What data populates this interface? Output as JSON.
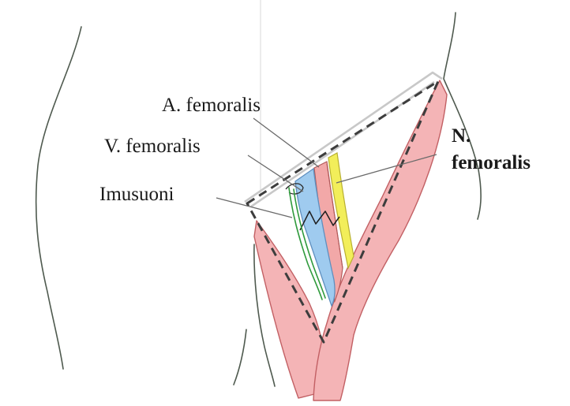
{
  "labels": {
    "artery": "A. femoralis",
    "vein": "V. femoralis",
    "lymph": "Imusuoni",
    "nerve_line1": "N.",
    "nerve_line2": "femoralis"
  },
  "colors": {
    "muscle_fill": "#f4b4b6",
    "muscle_stroke": "#c26064",
    "vein_fill": "#9fcbef",
    "vein_stroke": "#5f8fbf",
    "artery_fill": "#f2a8a8",
    "nerve_fill": "#f2ee5a",
    "lymph_stroke": "#2f9a3c",
    "body_outline": "#4f5a4f",
    "dashed_outline": "#3d3d3d",
    "ligament": "#c8c8c8",
    "leader_line": "#6a6a6a"
  }
}
